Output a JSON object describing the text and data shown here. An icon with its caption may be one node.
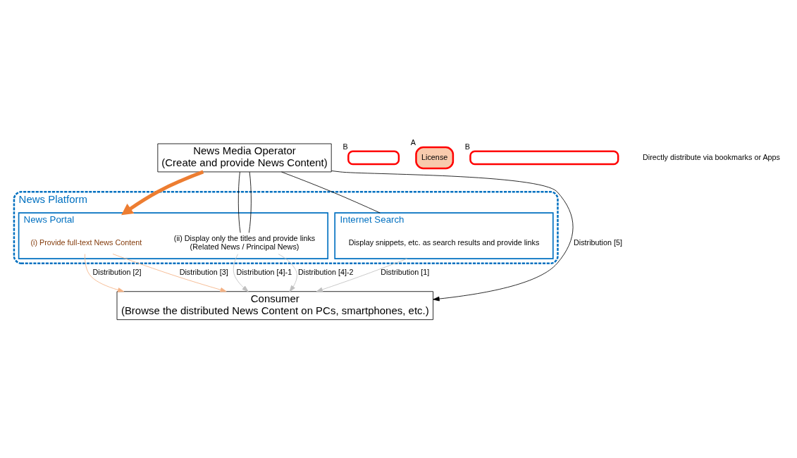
{
  "diagram": {
    "nodes": [
      {
        "text": [
          "News Media Operator",
          "(Create and provide News Content)"
        ]
      },
      {
        "text": [],
        "shape": "box",
        "beside": [
          "B"
        ]
      },
      {
        "text": [
          "License"
        ],
        "beside": [
          "A"
        ]
      },
      {
        "text": [],
        "shape": "box",
        "beside": [
          "B"
        ]
      },
      {
        "text": [
          "News Platform"
        ]
      },
      {
        "text": [
          "News Portal"
        ],
        "in": 4
      },
      {
        "text": [
          "(i) Provide full-text News Content"
        ],
        "in": 5
      },
      {
        "text": [
          "(ii) Display only the titles and provide links",
          "(Related News / Principal News)"
        ],
        "in": 5
      },
      {
        "text": [
          "Internet Search"
        ],
        "in": 4
      },
      {
        "text": [
          "Display snippets, etc. as search results and provide links"
        ],
        "in": 8
      },
      {
        "text": [
          "Directly distribute via bookmarks or Apps"
        ]
      },
      {
        "text": [
          "Consumer",
          "(Browse the distributed News Content on PCs, smartphones, etc.)"
        ]
      }
    ],
    "edges": [
      {
        "from": 0,
        "to": 8,
        "arrow": "none"
      },
      {
        "from": 8,
        "to": 11,
        "arrow": "to",
        "label": "Distribution [1]",
        "color": "#bfbfbf"
      },
      {
        "from": 0,
        "to": 5,
        "arrow": "to",
        "style": "thick",
        "color": "#ed7d31"
      },
      {
        "from": 6,
        "to": 11,
        "arrow": "to",
        "label": "Distribution [2]",
        "color": "#f4b183"
      },
      {
        "from": 6,
        "to": 11,
        "arrow": "to",
        "label": "Distribution [3]",
        "color": "#f4b183"
      },
      {
        "from": 0,
        "to": 7,
        "arrow": "none"
      },
      {
        "from": 7,
        "to": 11,
        "arrow": "to",
        "label": "Distribution [4]-1",
        "color": "#bfbfbf"
      },
      {
        "from": 0,
        "to": 7,
        "arrow": "none"
      },
      {
        "from": 7,
        "to": 11,
        "arrow": "to",
        "label": "Distribution [4]-2",
        "color": "#bfbfbf"
      },
      {
        "from": 0,
        "to": 11,
        "arrow": "to",
        "label": "Distribution [5]"
      }
    ]
  }
}
